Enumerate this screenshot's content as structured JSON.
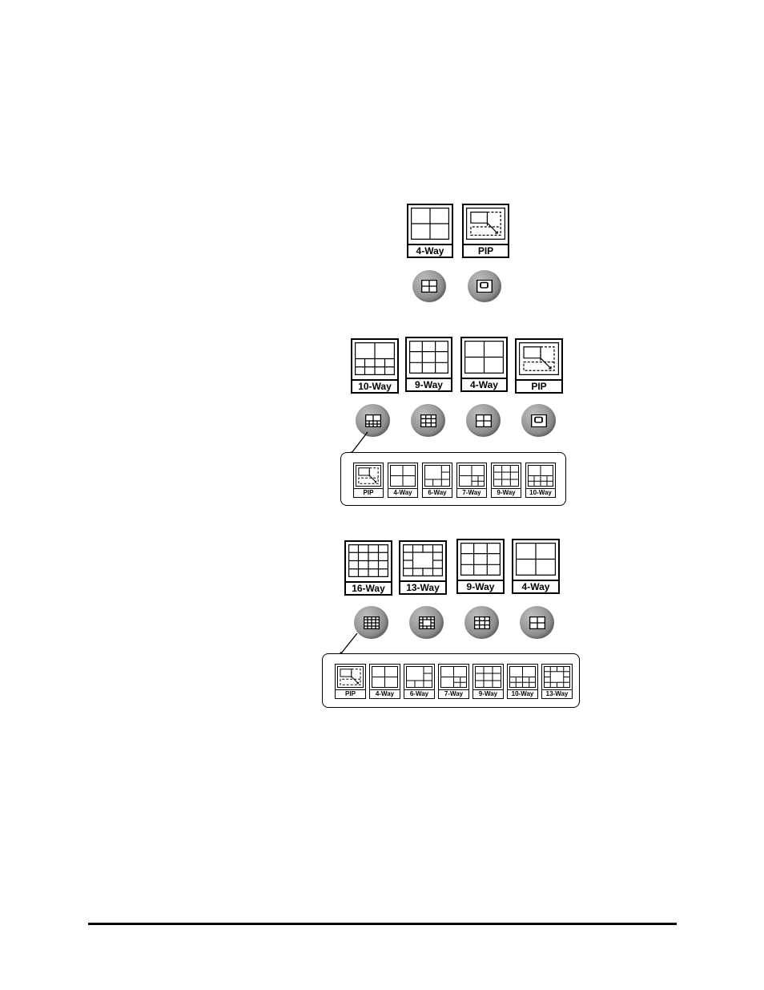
{
  "group_a": {
    "tiles": [
      {
        "label": "4-Way",
        "layout": "4-way"
      },
      {
        "label": "PIP",
        "layout": "pip"
      }
    ],
    "buttons": [
      {
        "icon": "quad-layout-icon"
      },
      {
        "icon": "pip-layout-icon"
      }
    ]
  },
  "group_b": {
    "tiles": [
      {
        "label": "10-Way",
        "layout": "10-way"
      },
      {
        "label": "9-Way",
        "layout": "9-way"
      },
      {
        "label": "4-Way",
        "layout": "4-way"
      },
      {
        "label": "PIP",
        "layout": "pip"
      }
    ],
    "buttons": [
      {
        "icon": "ten-way-layout-icon"
      },
      {
        "icon": "nine-way-layout-icon"
      },
      {
        "icon": "quad-layout-icon"
      },
      {
        "icon": "pip-layout-icon"
      }
    ],
    "popup_options": [
      {
        "label": "PIP",
        "layout": "pip"
      },
      {
        "label": "4-Way",
        "layout": "4-way"
      },
      {
        "label": "6-Way",
        "layout": "6-way"
      },
      {
        "label": "7-Way",
        "layout": "7-way"
      },
      {
        "label": "9-Way",
        "layout": "9-way"
      },
      {
        "label": "10-Way",
        "layout": "10-way"
      }
    ]
  },
  "group_c": {
    "tiles": [
      {
        "label": "16-Way",
        "layout": "16-way"
      },
      {
        "label": "13-Way",
        "layout": "13-way"
      },
      {
        "label": "9-Way",
        "layout": "9-way"
      },
      {
        "label": "4-Way",
        "layout": "4-way"
      }
    ],
    "buttons": [
      {
        "icon": "sixteen-way-layout-icon"
      },
      {
        "icon": "thirteen-way-layout-icon"
      },
      {
        "icon": "nine-way-layout-icon"
      },
      {
        "icon": "quad-layout-icon"
      }
    ],
    "popup_options": [
      {
        "label": "PIP",
        "layout": "pip"
      },
      {
        "label": "4-Way",
        "layout": "4-way"
      },
      {
        "label": "6-Way",
        "layout": "6-way"
      },
      {
        "label": "7-Way",
        "layout": "7-way"
      },
      {
        "label": "9-Way",
        "layout": "9-way"
      },
      {
        "label": "10-Way",
        "layout": "10-way"
      },
      {
        "label": "13-Way",
        "layout": "13-way"
      }
    ]
  }
}
